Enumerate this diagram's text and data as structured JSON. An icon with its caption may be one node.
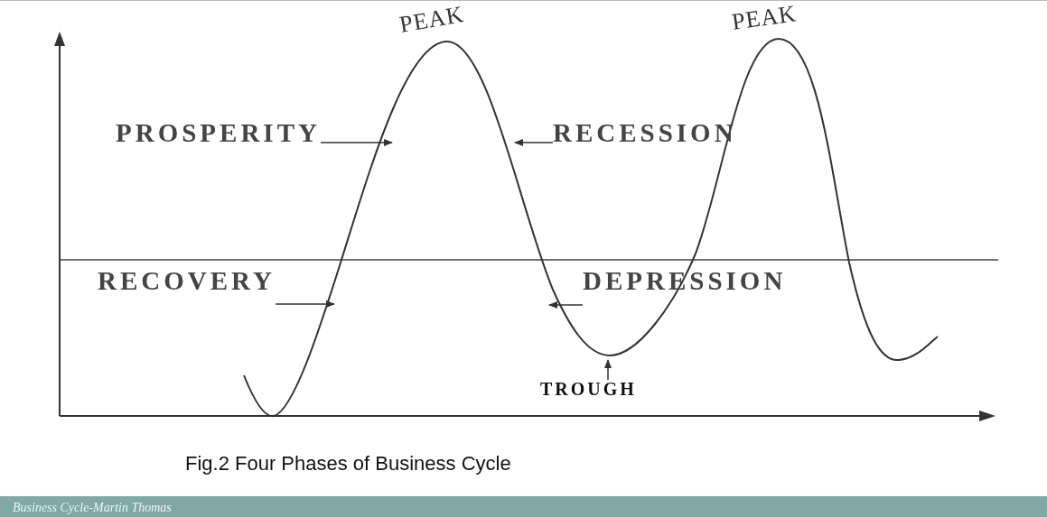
{
  "diagram": {
    "caption": "Fig.2 Four Phases of Business Cycle",
    "nodes": [
      {
        "text": [
          "PROSPERITY"
        ]
      },
      {
        "text": [
          "RECESSION"
        ]
      },
      {
        "text": [
          "RECOVERY"
        ]
      },
      {
        "text": [
          "DEPRESSION"
        ]
      },
      {
        "text": [
          "TROUGH"
        ]
      }
    ],
    "edges": [
      {
        "from": 0,
        "to": null,
        "arrow": "to"
      },
      {
        "from": 1,
        "to": null,
        "arrow": "to"
      },
      {
        "from": 2,
        "to": null,
        "arrow": "to"
      },
      {
        "from": 3,
        "to": null,
        "arrow": "to"
      },
      {
        "from": 4,
        "to": null,
        "arrow": "to"
      }
    ],
    "labels": [
      "PEAK",
      "PEAK",
      "Business Cycle-Martin Thomas"
    ]
  }
}
